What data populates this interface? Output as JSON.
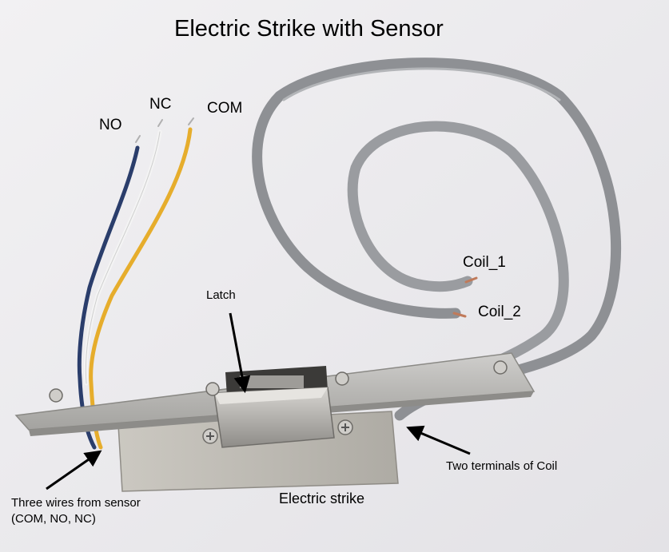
{
  "title": "Electric Strike with Sensor",
  "labels": {
    "no": "NO",
    "nc": "NC",
    "com": "COM",
    "coil_1": "Coil_1",
    "coil_2": "Coil_2",
    "latch": "Latch",
    "two_terminals": "Two terminals of Coil",
    "electric_strike": "Electric strike",
    "three_wires_line1": "Three wires from sensor",
    "three_wires_line2": "(COM, NO, NC)"
  },
  "colors": {
    "background": "#ecebee",
    "cable_gray": "#8e9094",
    "wire_blue": "#2a3d6b",
    "wire_white": "#f4f4f4",
    "wire_yellow": "#e6ad2c",
    "steel": "#b9b8b6",
    "arrow": "#000000"
  }
}
